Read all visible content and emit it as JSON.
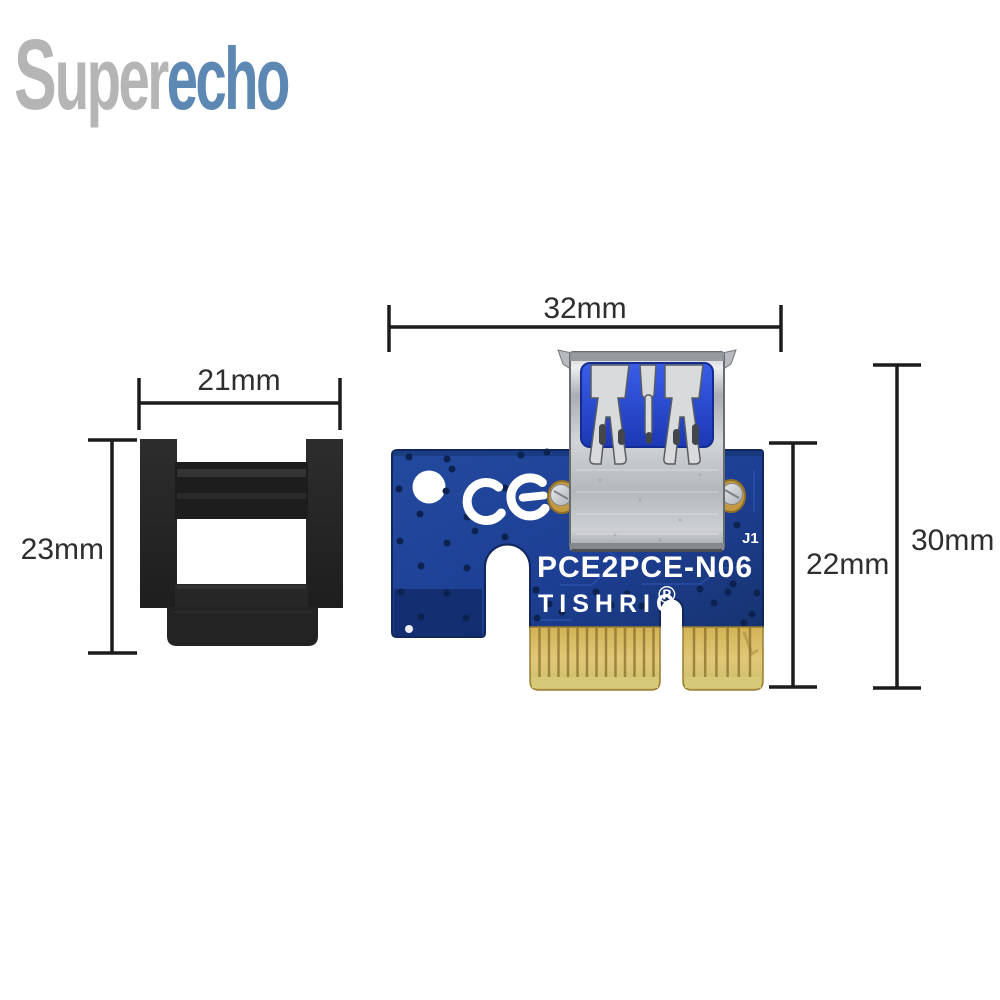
{
  "watermark": {
    "initial": "S",
    "prefix_rest": "uper",
    "accent": "echo",
    "gray": "#b5b5b5",
    "blue": "#5d88b3"
  },
  "annotations": {
    "clip_width": "21mm",
    "clip_height": "23mm",
    "board_width": "32mm",
    "board_height": "22mm",
    "overall_height": "30mm"
  },
  "pcb": {
    "model": "PCE2PCE-N06",
    "brand": "TISHRIC",
    "registered_mark": "®",
    "ref_designator": "J1",
    "certification_mark": "CE"
  },
  "colors": {
    "pcb_blue": "#1d3f94",
    "pcb_edge": "#10265c",
    "gold_fingers": "#d9bf68",
    "usb_insert_blue": "#2c4fd0",
    "usb_shell_silver": "#c3c7cb",
    "clip_black": "#252525",
    "dimension_line": "#1c1c1c"
  }
}
